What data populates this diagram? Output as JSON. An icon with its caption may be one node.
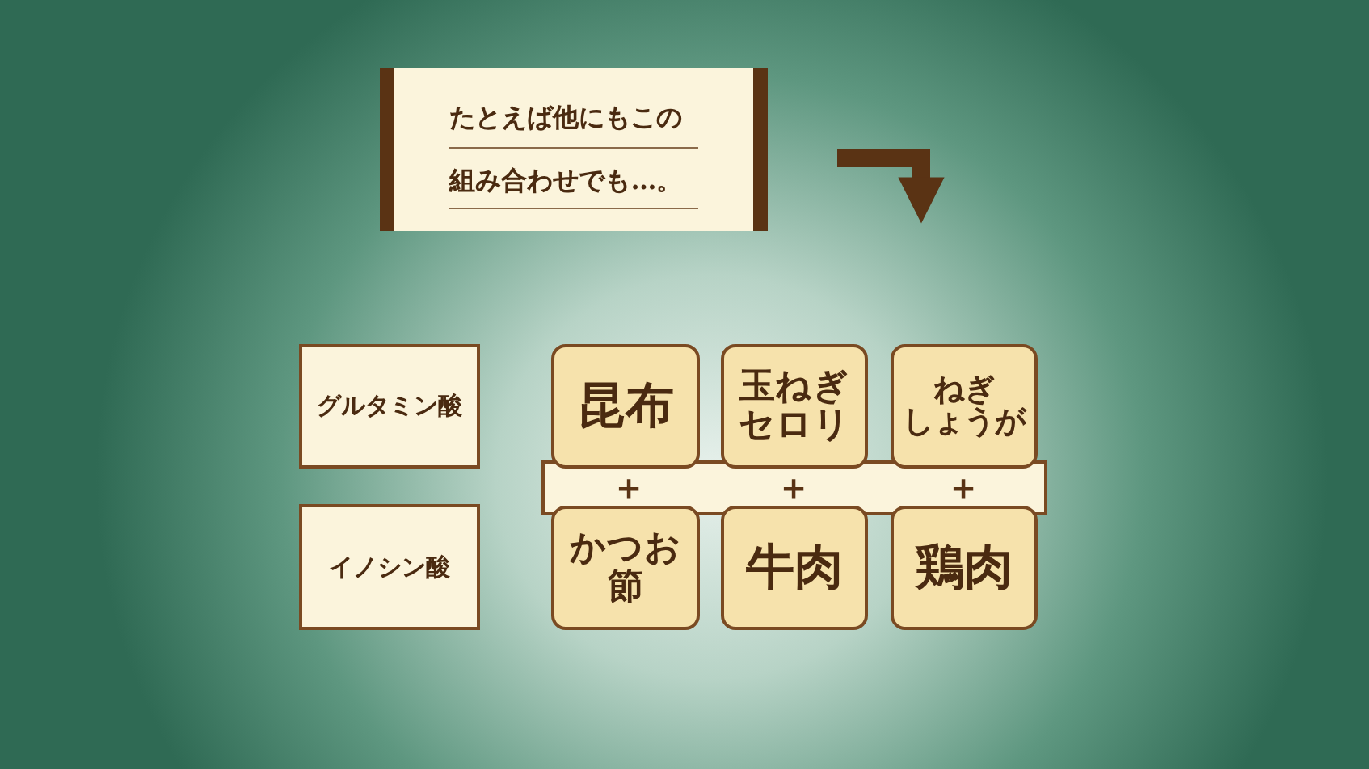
{
  "diagram": {
    "nodes": [
      {
        "text": [
          "たとえば他にもこの組み合わせでも…。"
        ]
      },
      {
        "text": [
          "グルタミン酸"
        ]
      },
      {
        "text": [
          "イノシン酸"
        ]
      },
      {
        "text": [
          "昆布"
        ]
      },
      {
        "text": [
          "玉ねぎセロリ"
        ]
      },
      {
        "text": [
          "ねぎしょうが"
        ]
      },
      {
        "text": [
          "かつお節"
        ]
      },
      {
        "text": [
          "牛肉"
        ]
      },
      {
        "text": [
          "鶏肉"
        ]
      }
    ],
    "labels": [
      "＋",
      "＋",
      "＋"
    ]
  }
}
